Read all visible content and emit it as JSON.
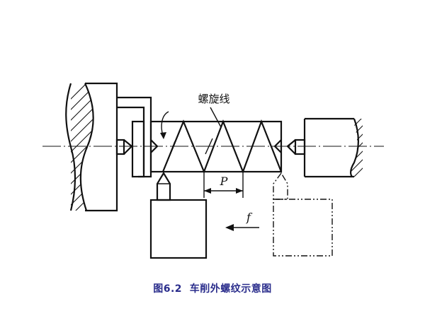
{
  "labels": {
    "helix": "螺旋线",
    "pitch": "P",
    "feed": "f"
  },
  "caption": {
    "number": "图6.2",
    "title": "车削外螺纹示意图"
  },
  "colors": {
    "line": "#111111",
    "caption": "#2a2d8c",
    "background": "#ffffff"
  }
}
